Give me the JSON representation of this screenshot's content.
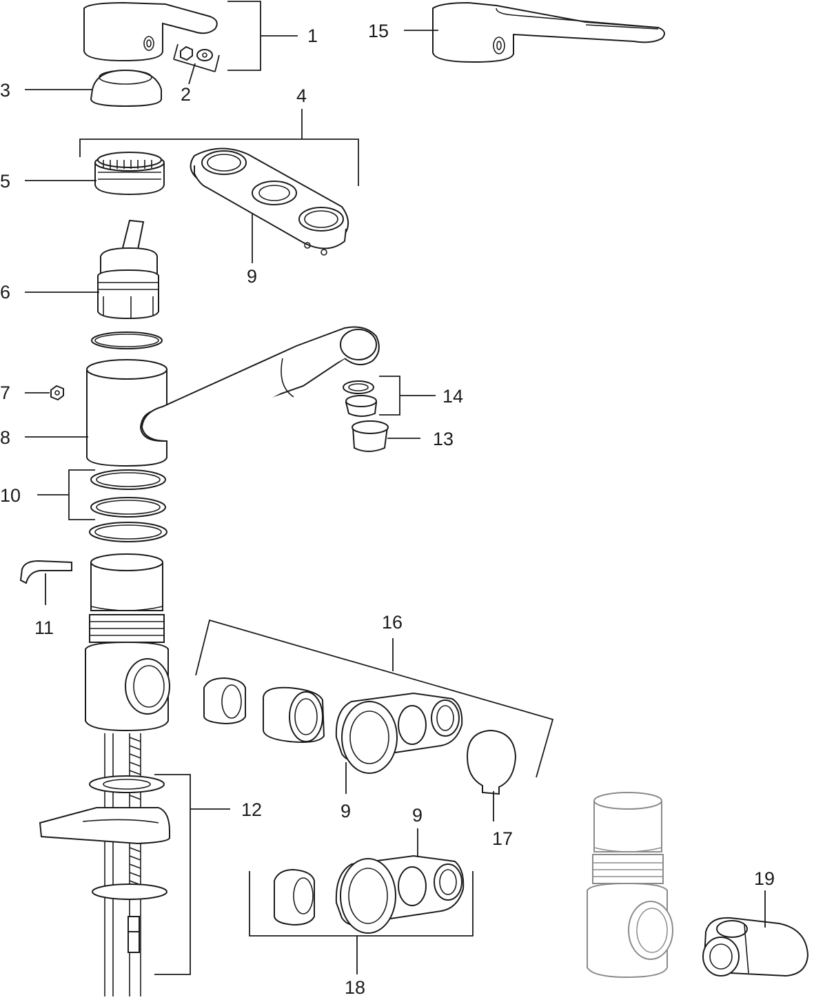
{
  "labels": {
    "l1": "1",
    "l2": "2",
    "l3": "3",
    "l4": "4",
    "l5": "5",
    "l6": "6",
    "l7": "7",
    "l8": "8",
    "l9a": "9",
    "l9b": "9",
    "l9c": "9",
    "l10": "10",
    "l11": "11",
    "l12": "12",
    "l13": "13",
    "l14": "14",
    "l15": "15",
    "l16": "16",
    "l17": "17",
    "l18": "18",
    "l19": "19"
  },
  "colors": {
    "ink": "#1a1a1a",
    "ghost": "#8a8a8a",
    "background": "#ffffff"
  }
}
